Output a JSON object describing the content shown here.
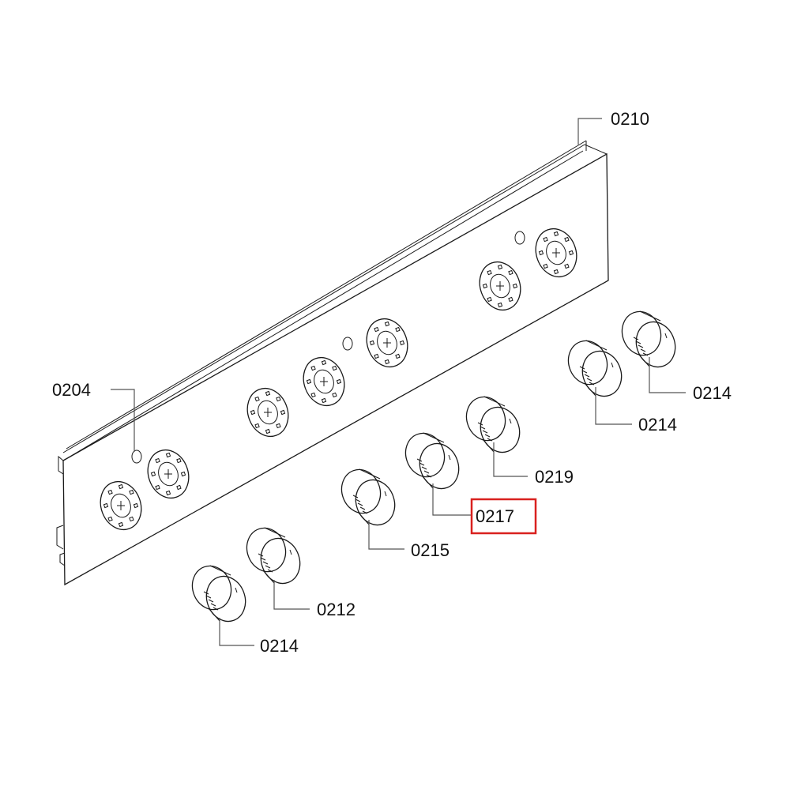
{
  "labels": {
    "panel_top": "0210",
    "panel_left": "0204",
    "knob_far_right": "0214",
    "knob_right": "0214",
    "knob_a": "0219",
    "knob_b": "0217",
    "knob_c": "0215",
    "knob_d": "0212",
    "knob_e": "0214"
  },
  "highlighted_label": "0217",
  "colors": {
    "line": "#1a1a1a",
    "leader": "#555555",
    "highlight": "#d9211f",
    "background": "#ffffff"
  }
}
